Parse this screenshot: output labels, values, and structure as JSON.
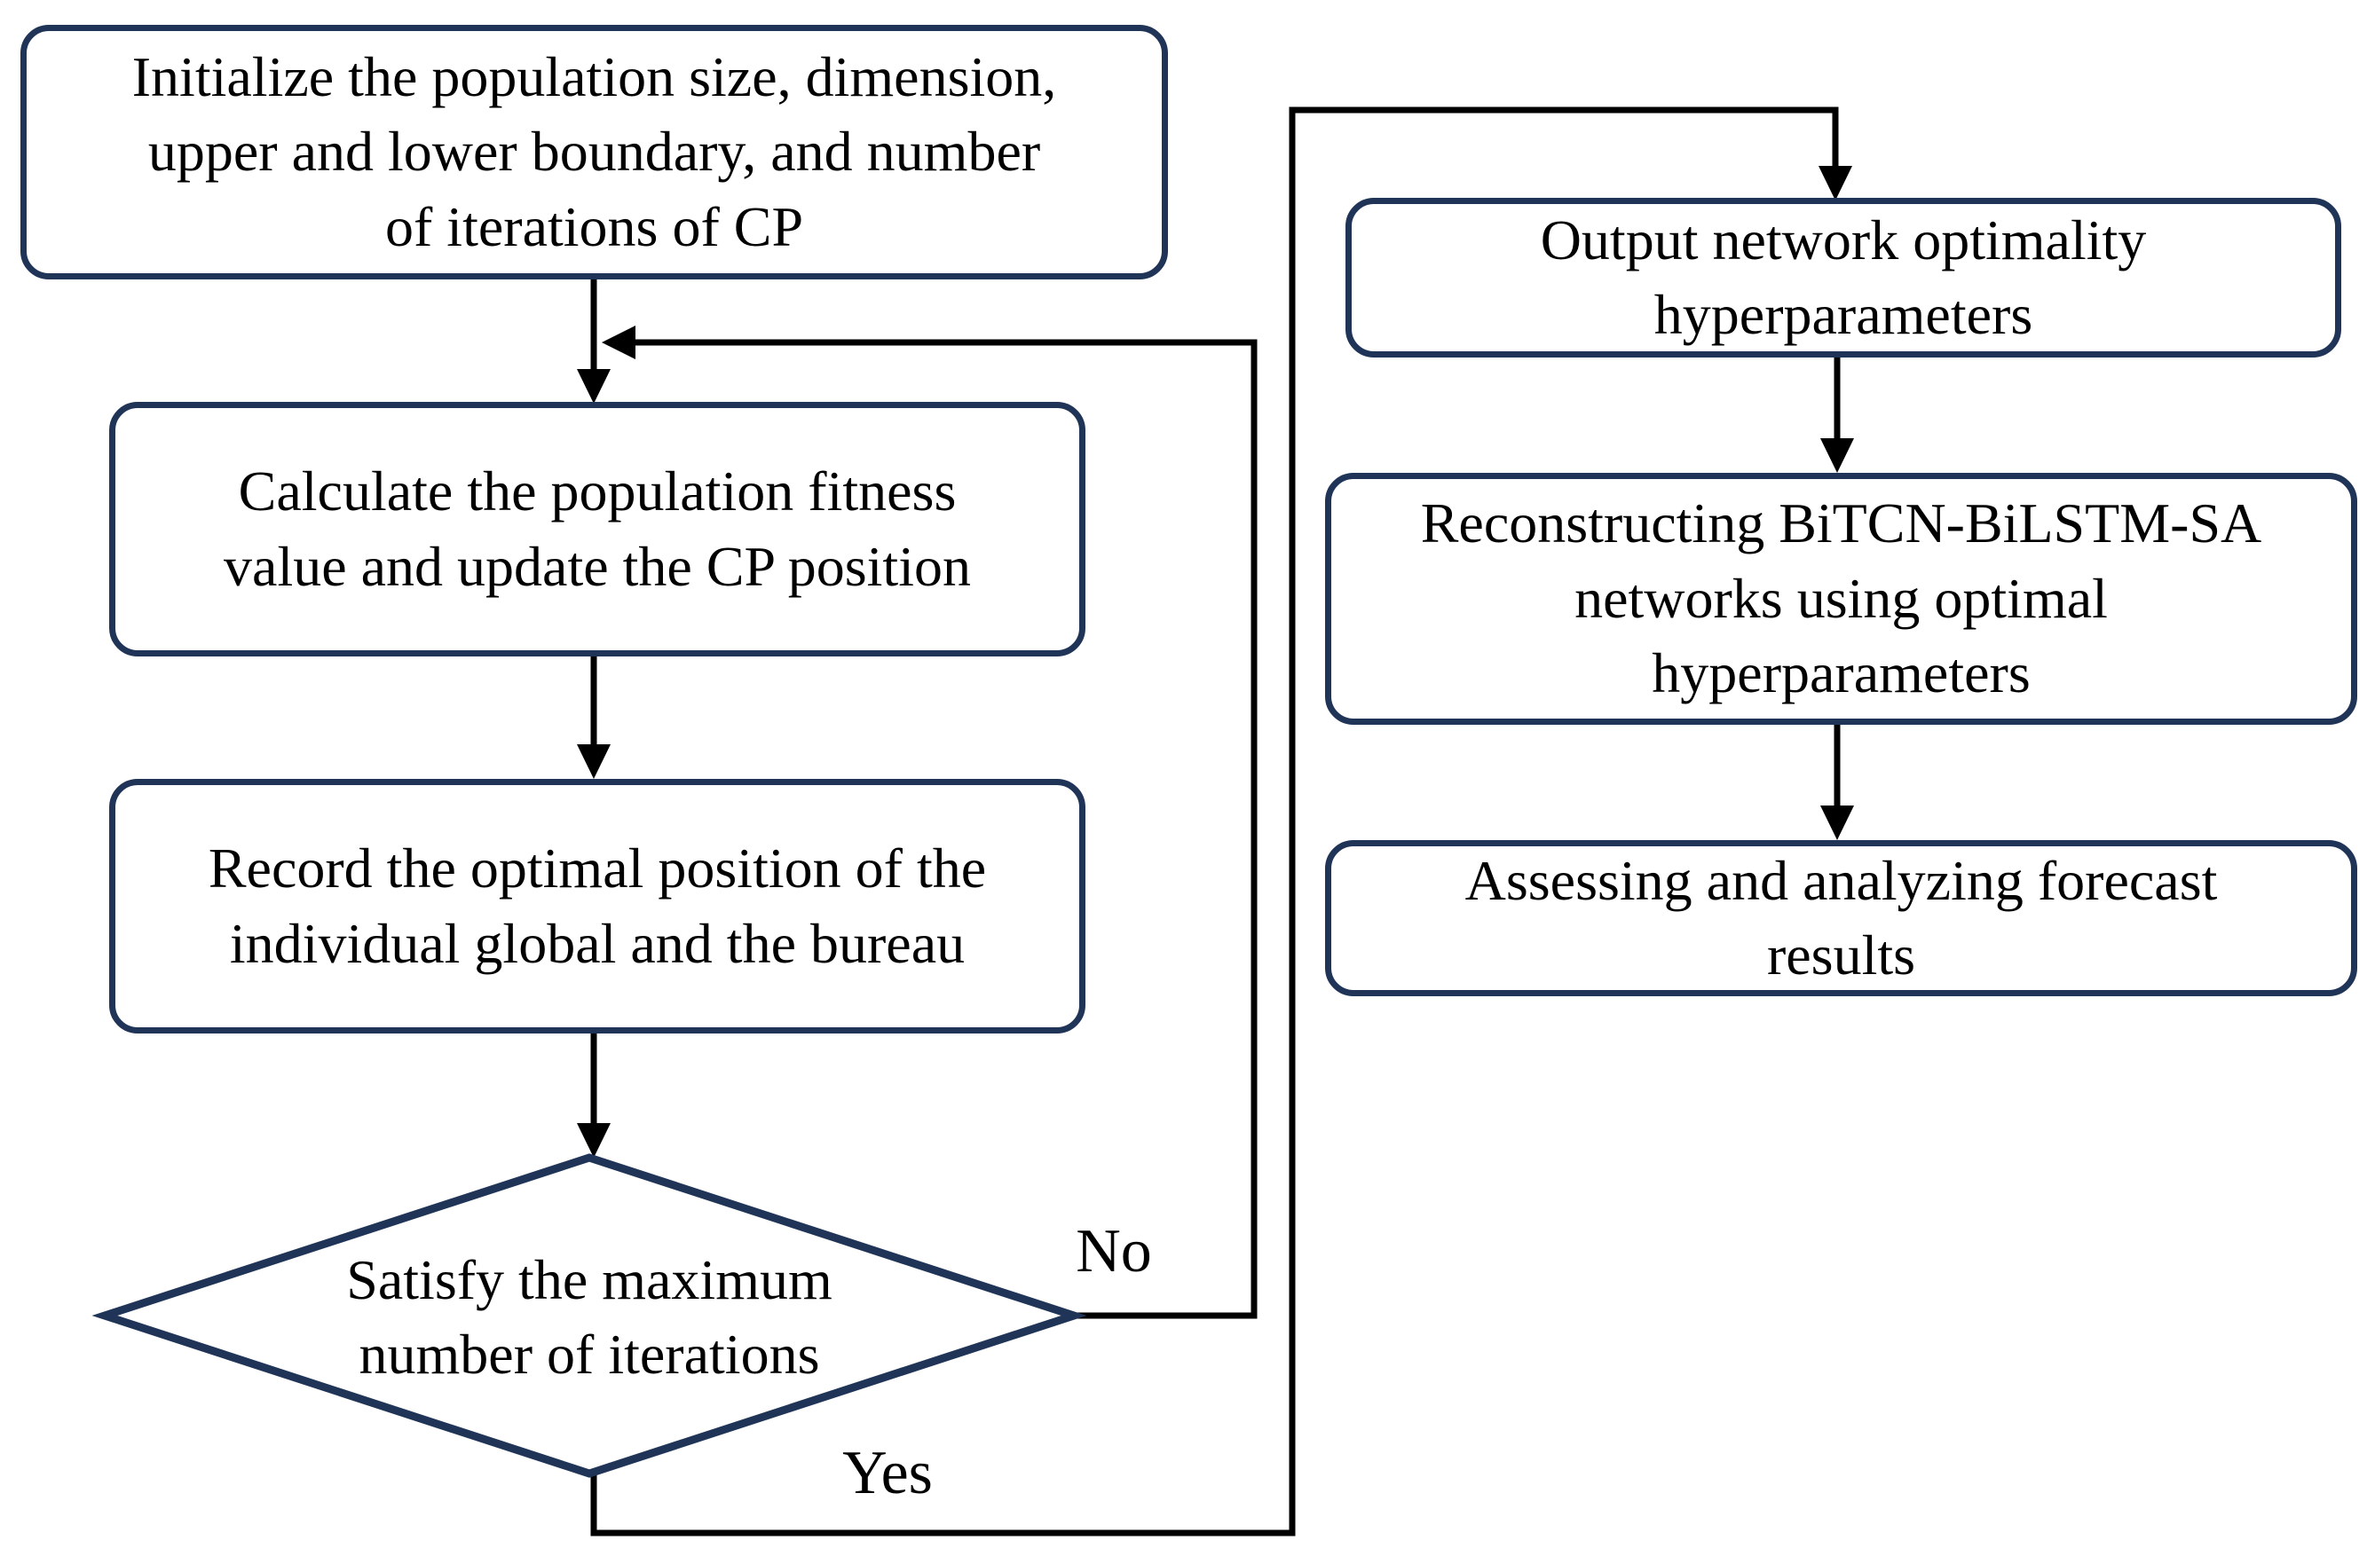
{
  "figure": {
    "background_color": "#ffffff",
    "node_border_color": "#1f3456",
    "connector_color": "#000000",
    "text_color": "#000000",
    "nodes": {
      "init": "Initialize the population size, dimension,\nupper and lower boundary, and number\nof iterations of CP",
      "calculate": "Calculate the population fitness\nvalue and update the CP position",
      "record": "Record the optimal position of the\nindividual global and the bureau",
      "decision": "Satisfy the maximum\nnumber of iterations",
      "output": "Output network optimality\nhyperparameters",
      "reconstruct": "Reconstructing BiTCN-BiLSTM-SA\nnetworks using optimal\nhyperparameters",
      "assess": "Assessing and analyzing forecast\nresults"
    },
    "edge_labels": {
      "no": "No",
      "yes": "Yes"
    }
  }
}
